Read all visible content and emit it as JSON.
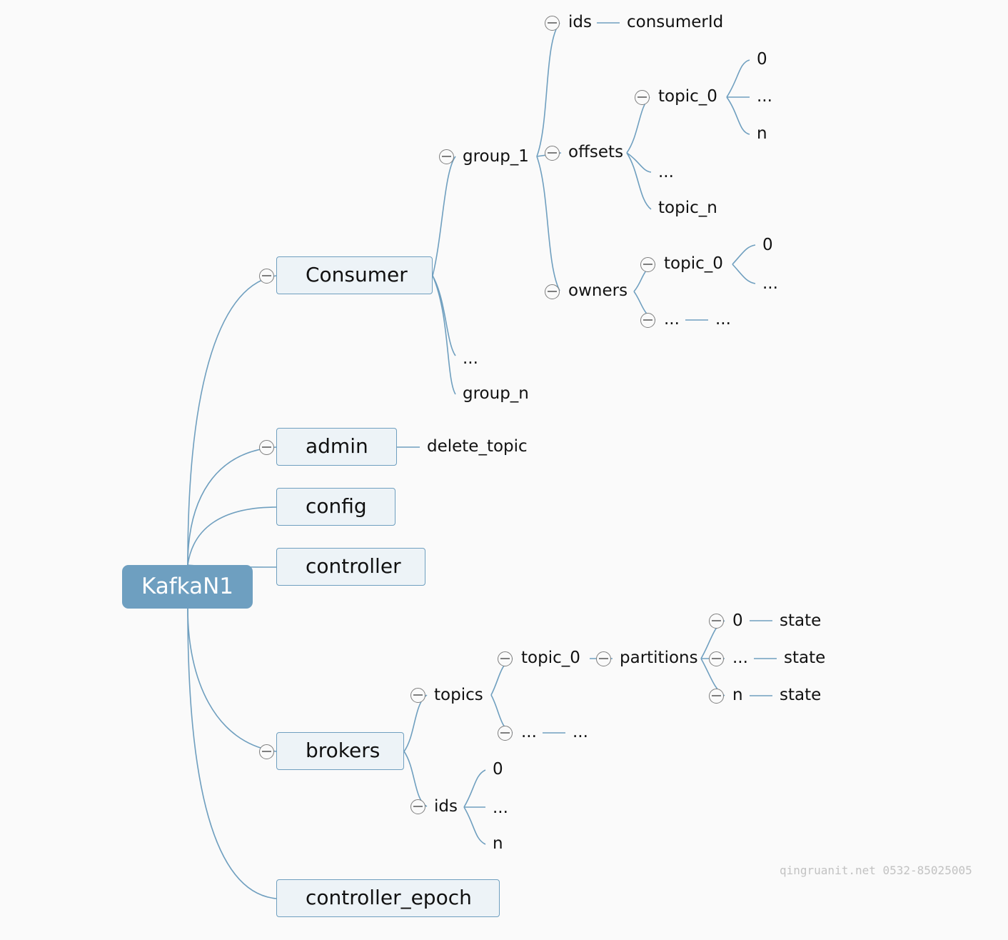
{
  "root": {
    "label": "KafkaN1"
  },
  "consumer": {
    "label": "Consumer",
    "group_1": {
      "label": "group_1",
      "ids": {
        "label": "ids",
        "child": "consumerId"
      },
      "offsets": {
        "label": "offsets",
        "topic_0": {
          "label": "topic_0",
          "children": [
            "0",
            "...",
            "n"
          ]
        },
        "dots": "...",
        "topic_n": "topic_n"
      },
      "owners": {
        "label": "owners",
        "topic_0": {
          "label": "topic_0",
          "children": [
            "0",
            "..."
          ]
        },
        "more": {
          "label": "...",
          "child": "..."
        }
      }
    },
    "dots": "...",
    "group_n": "group_n"
  },
  "admin": {
    "label": "admin",
    "child": "delete_topic"
  },
  "config": {
    "label": "config"
  },
  "controller": {
    "label": "controller"
  },
  "brokers": {
    "label": "brokers",
    "topics": {
      "label": "topics",
      "topic_0": {
        "label": "topic_0",
        "partitions": {
          "label": "partitions",
          "items": [
            {
              "label": "0",
              "child": "state"
            },
            {
              "label": "...",
              "child": "state"
            },
            {
              "label": "n",
              "child": "state"
            }
          ]
        }
      },
      "more": {
        "label": "...",
        "child": "..."
      }
    },
    "ids": {
      "label": "ids",
      "children": [
        "0",
        "...",
        "n"
      ]
    }
  },
  "controller_epoch": {
    "label": "controller_epoch"
  },
  "watermark": "qingruanit.net 0532-85025005",
  "colors": {
    "root_fill": "#6e9fc0",
    "topic_fill": "#edf3f7",
    "line": "#6f9fbf",
    "toggle": "#7e7e7e"
  }
}
